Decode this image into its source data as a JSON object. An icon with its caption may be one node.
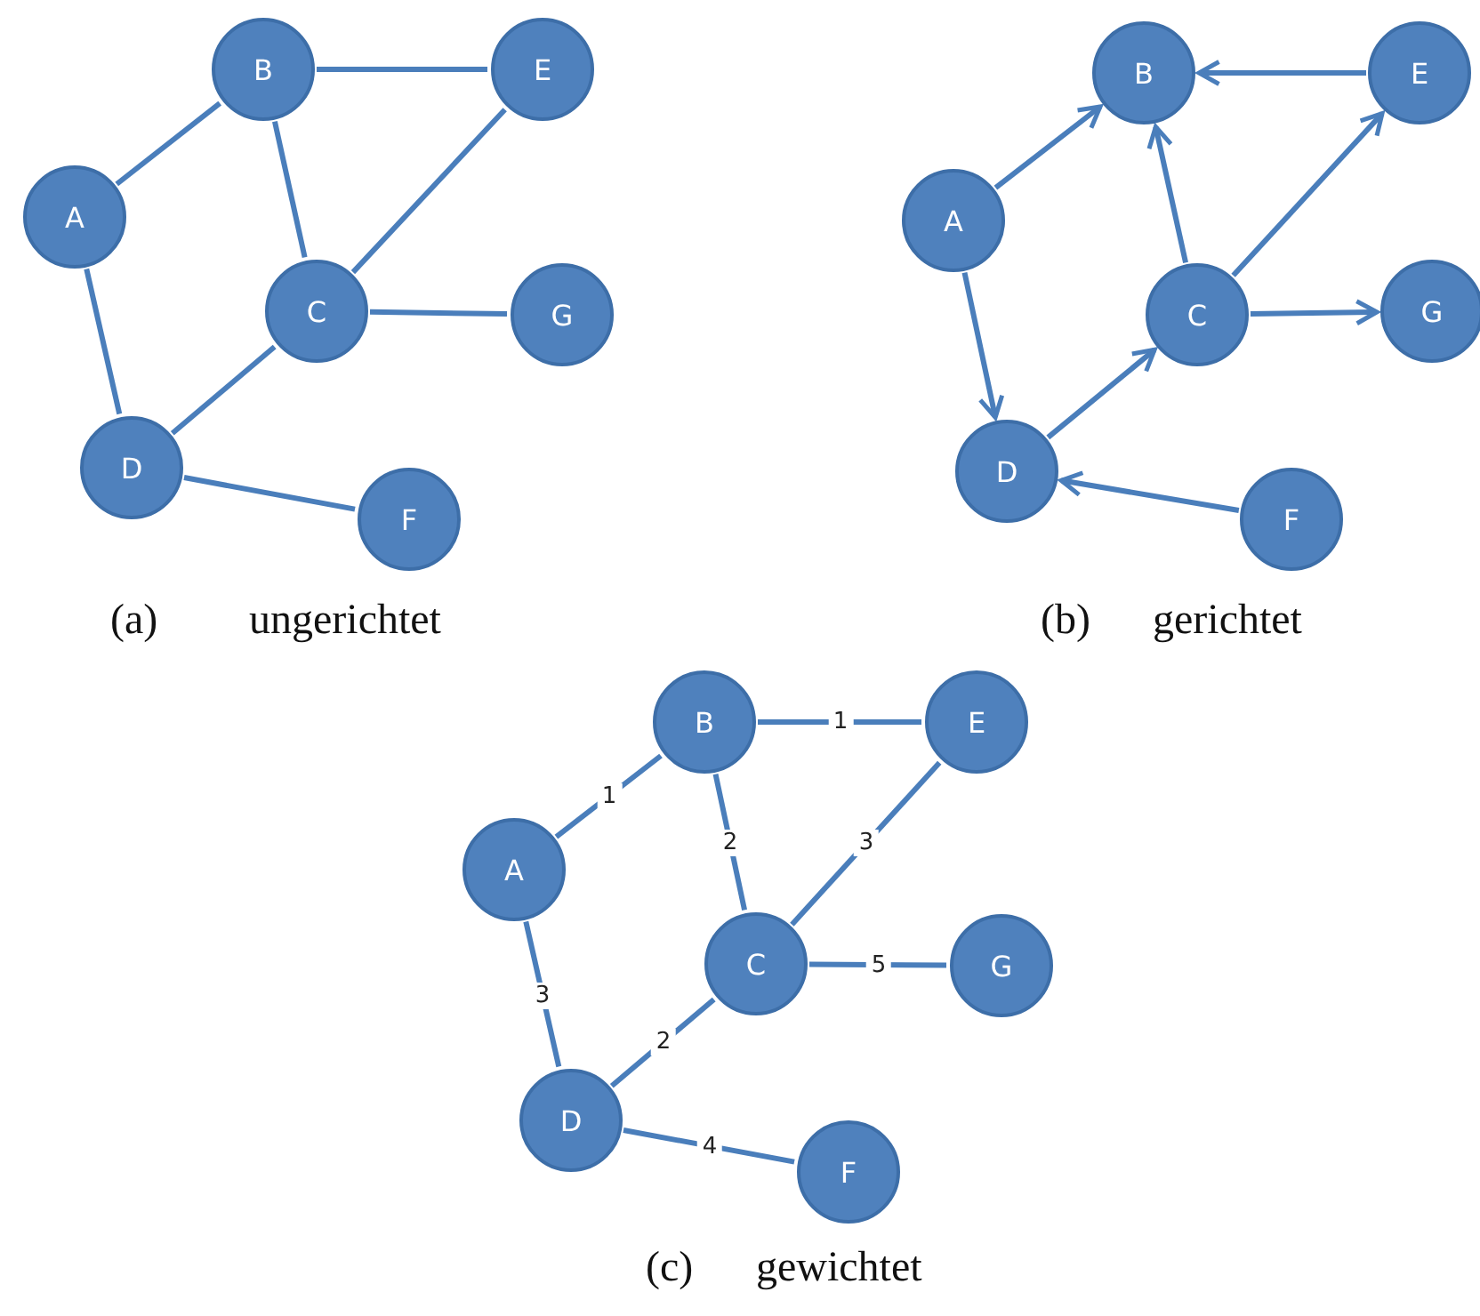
{
  "diagram": {
    "nodes": [
      {
        "text": [
          "B"
        ]
      },
      {
        "text": [
          "E"
        ]
      },
      {
        "text": [
          "A"
        ]
      },
      {
        "text": [
          "C"
        ]
      },
      {
        "text": [
          "G"
        ]
      },
      {
        "text": [
          "D"
        ]
      },
      {
        "text": [
          "F"
        ]
      },
      {
        "text": [
          "B"
        ]
      },
      {
        "text": [
          "E"
        ]
      },
      {
        "text": [
          "A"
        ]
      },
      {
        "text": [
          "C"
        ]
      },
      {
        "text": [
          "G"
        ]
      },
      {
        "text": [
          "D"
        ]
      },
      {
        "text": [
          "F"
        ]
      },
      {
        "text": [
          "B"
        ]
      },
      {
        "text": [
          "E"
        ]
      },
      {
        "text": [
          "A"
        ]
      },
      {
        "text": [
          "C"
        ]
      },
      {
        "text": [
          "G"
        ]
      },
      {
        "text": [
          "D"
        ]
      },
      {
        "text": [
          "F"
        ]
      }
    ],
    "edges": [
      {
        "from": 2,
        "to": 0,
        "arrow": "none"
      },
      {
        "from": 0,
        "to": 1,
        "arrow": "none"
      },
      {
        "from": 0,
        "to": 3,
        "arrow": "none"
      },
      {
        "from": 3,
        "to": 1,
        "arrow": "none"
      },
      {
        "from": 3,
        "to": 4,
        "arrow": "none"
      },
      {
        "from": 5,
        "to": 3,
        "arrow": "none"
      },
      {
        "from": 2,
        "to": 5,
        "arrow": "none"
      },
      {
        "from": 5,
        "to": 6,
        "arrow": "none"
      },
      {
        "from": 9,
        "to": 7,
        "arrow": "to"
      },
      {
        "from": 8,
        "to": 7,
        "arrow": "to"
      },
      {
        "from": 10,
        "to": 7,
        "arrow": "to"
      },
      {
        "from": 10,
        "to": 8,
        "arrow": "to"
      },
      {
        "from": 10,
        "to": 11,
        "arrow": "to"
      },
      {
        "from": 12,
        "to": 10,
        "arrow": "to"
      },
      {
        "from": 9,
        "to": 12,
        "arrow": "to"
      },
      {
        "from": 13,
        "to": 12,
        "arrow": "to"
      },
      {
        "from": 16,
        "to": 14,
        "arrow": "none",
        "label": "1"
      },
      {
        "from": 14,
        "to": 15,
        "arrow": "none",
        "label": "1"
      },
      {
        "from": 14,
        "to": 17,
        "arrow": "none",
        "label": "2"
      },
      {
        "from": 17,
        "to": 15,
        "arrow": "none",
        "label": "3"
      },
      {
        "from": 17,
        "to": 18,
        "arrow": "none",
        "label": "5"
      },
      {
        "from": 19,
        "to": 17,
        "arrow": "none",
        "label": "2"
      },
      {
        "from": 16,
        "to": 19,
        "arrow": "none",
        "label": "3"
      },
      {
        "from": 19,
        "to": 20,
        "arrow": "none",
        "label": "4"
      }
    ],
    "labels": [
      "(a)",
      "ungerichtet",
      "(b)",
      "gerichtet",
      "(c)",
      "gewichtet"
    ]
  }
}
